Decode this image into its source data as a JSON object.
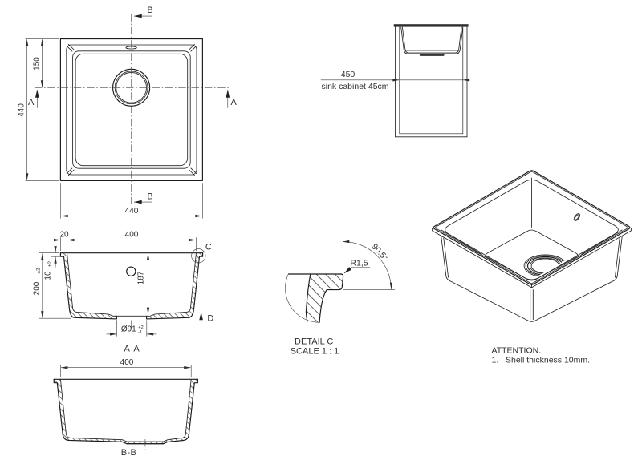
{
  "top_view": {
    "section_b": "B",
    "section_a": "A",
    "dim_width": "440",
    "dim_height": "440",
    "dim_drain_offset": "150"
  },
  "cabinet_view": {
    "dim_width": "450",
    "label": "sink cabinet 45cm"
  },
  "section_aa": {
    "label": "A-A",
    "dim_lip": "20",
    "dim_opening": "400",
    "dim_height": "200",
    "dim_height_tol": "±2",
    "dim_shell": "10",
    "dim_shell_tol": "±2",
    "dim_depth": "187",
    "dim_drain_dia": "Ø91",
    "dim_drain_tol_upper": "+2",
    "dim_drain_tol_lower": "-1",
    "detail_marker": "C",
    "direction_marker": "D"
  },
  "section_bb": {
    "label": "B-B",
    "dim_opening": "400"
  },
  "detail_c": {
    "name": "DETAIL C",
    "scale": "SCALE 1 : 1",
    "radius": "R1,5",
    "angle": "90.5°"
  },
  "notes": {
    "heading": "ATTENTION:",
    "item_number": "1.",
    "item_text": "Shell thickness 10mm."
  }
}
